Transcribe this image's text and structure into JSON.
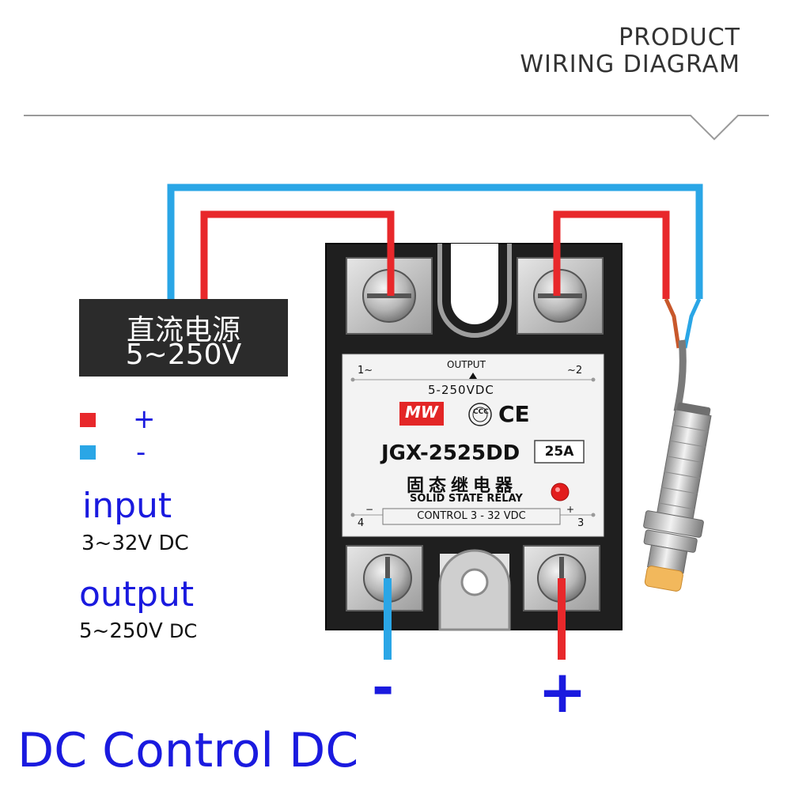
{
  "header": {
    "line1": "PRODUCT",
    "line2": "WIRING DIAGRAM"
  },
  "power_supply": {
    "line1": "直流电源",
    "line2": "5~250V"
  },
  "legend": [
    {
      "swatch_color": "#e8282b",
      "label": "+"
    },
    {
      "swatch_color": "#2aa6e6",
      "label": "-"
    }
  ],
  "specs": {
    "input_title": "input",
    "input_value": "3~32V DC",
    "output_title": "output",
    "output_value": "5~250V",
    "output_unit": "DC"
  },
  "relay": {
    "output_label": "OUTPUT",
    "term1": "1~",
    "term2": "~2",
    "voltage": "5-250VDC",
    "brand": "MW",
    "model": "JGX-2525DD",
    "current": "25A",
    "cn_name": "固态继电器",
    "en_name": "SOLID STATE RELAY",
    "minus": "−",
    "plus": "+",
    "term4": "4",
    "term3": "3",
    "control": "CONTROL 3 - 32 VDC"
  },
  "bottom_terminals": {
    "minus": "-",
    "plus": "+"
  },
  "footer": "DC Control DC",
  "colors": {
    "red_wire": "#e8282b",
    "blue_wire": "#2aa6e6",
    "text_blue": "#1a1adf",
    "relay_body": "#1f1f1f"
  }
}
